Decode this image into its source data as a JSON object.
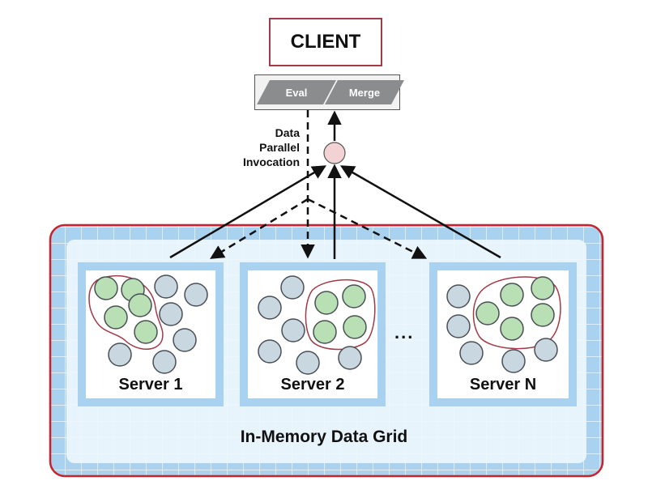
{
  "client": {
    "label": "CLIENT"
  },
  "operations": {
    "eval": "Eval",
    "merge": "Merge"
  },
  "invocation": {
    "line1": "Data",
    "line2": "Parallel",
    "line3": "Invocation"
  },
  "servers": [
    {
      "label": "Server 1"
    },
    {
      "label": "Server 2"
    },
    {
      "label": "Server N"
    }
  ],
  "ellipsis": "...",
  "grid": {
    "label": "In-Memory Data Grid"
  },
  "colors": {
    "client_border": "#a23a47",
    "grid_outer": "#c8232c",
    "grid_fill": "#a9d2f0",
    "server_frame": "#a9d2f0",
    "node_gray": "#c9d7e0",
    "node_green": "#b9dfb4",
    "merge_node": "#f2d2d2",
    "op_fill": "#8a8c8e"
  }
}
